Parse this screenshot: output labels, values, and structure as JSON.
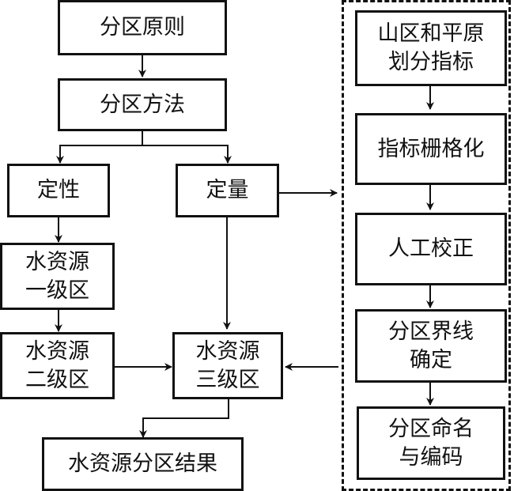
{
  "diagram": {
    "nodes": {
      "principle": "分区原则",
      "method": "分区方法",
      "qualitative": "定性",
      "quantitative": "定量",
      "level1": "水资源\n一级区",
      "level2": "水资源\n二级区",
      "level3": "水资源\n三级区",
      "result": "水资源分区结果",
      "indicator": "山区和平原\n划分指标",
      "rasterize": "指标栅格化",
      "manual": "人工校正",
      "boundary": "分区界线\n确定",
      "naming": "分区命名\n与编码"
    },
    "edges": [
      [
        "分区原则",
        "分区方法"
      ],
      [
        "分区方法",
        "定性"
      ],
      [
        "分区方法",
        "定量"
      ],
      [
        "定性",
        "水资源一级区"
      ],
      [
        "水资源一级区",
        "水资源二级区"
      ],
      [
        "水资源二级区",
        "水资源三级区"
      ],
      [
        "定量",
        "水资源三级区"
      ],
      [
        "定量",
        "山区和平原划分指标流程"
      ],
      [
        "山区和平原划分指标",
        "指标栅格化"
      ],
      [
        "指标栅格化",
        "人工校正"
      ],
      [
        "人工校正",
        "分区界线确定"
      ],
      [
        "分区界线确定",
        "分区命名与编码"
      ],
      [
        "分区命名与编码流程",
        "水资源三级区"
      ],
      [
        "水资源三级区",
        "水资源分区结果"
      ]
    ]
  }
}
